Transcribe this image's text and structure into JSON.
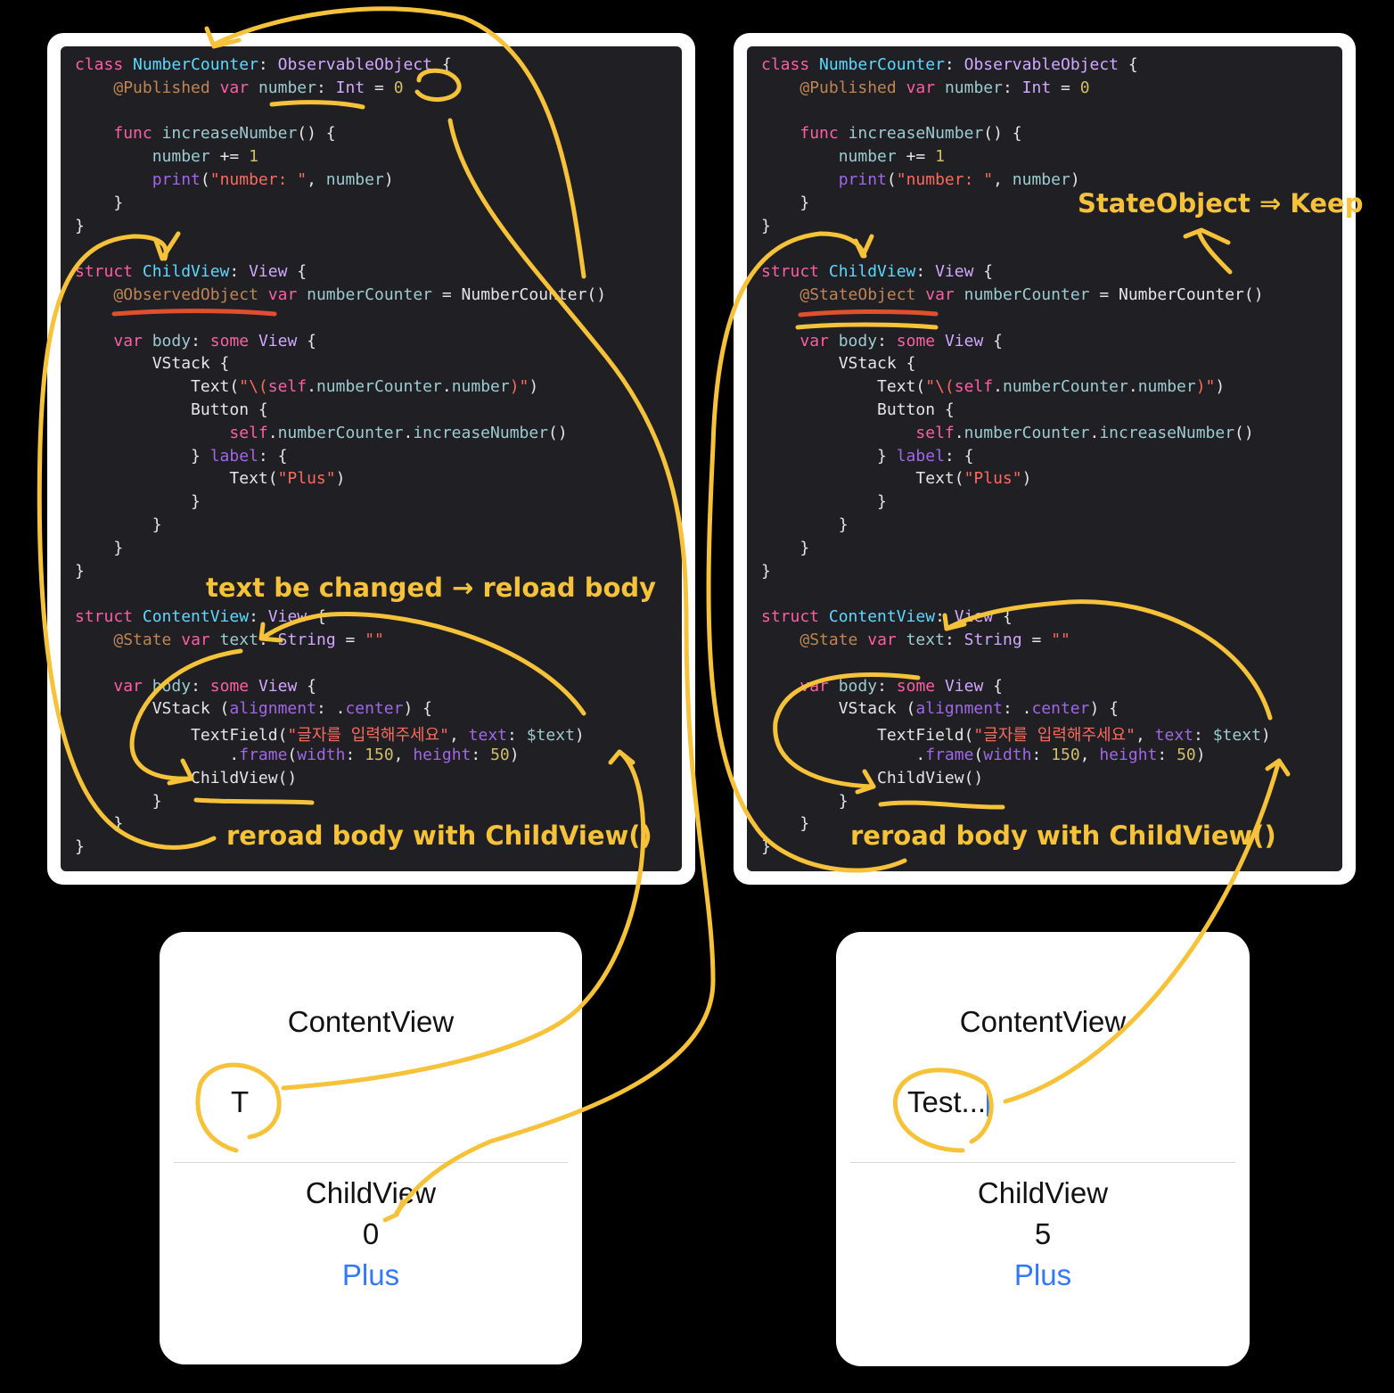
{
  "left_code": [
    [
      [
        "kw",
        "class "
      ],
      [
        "typ",
        "NumberCounter"
      ],
      [
        "pl",
        ": "
      ],
      [
        "typ2",
        "ObservableObject"
      ],
      [
        "pl",
        " {"
      ]
    ],
    [
      [
        "pl",
        "    "
      ],
      [
        "attr",
        "@Published"
      ],
      [
        "pl",
        " "
      ],
      [
        "kw",
        "var"
      ],
      [
        "pl",
        " "
      ],
      [
        "prop",
        "number"
      ],
      [
        "pl",
        ": "
      ],
      [
        "typ2",
        "Int"
      ],
      [
        "pl",
        " = "
      ],
      [
        "num",
        "0"
      ]
    ],
    [],
    [
      [
        "pl",
        "    "
      ],
      [
        "kw",
        "func"
      ],
      [
        "pl",
        " "
      ],
      [
        "prop",
        "increaseNumber"
      ],
      [
        "pl",
        "() {"
      ]
    ],
    [
      [
        "pl",
        "        "
      ],
      [
        "prop",
        "number"
      ],
      [
        "pl",
        " += "
      ],
      [
        "num",
        "1"
      ]
    ],
    [
      [
        "pl",
        "        "
      ],
      [
        "fn",
        "print"
      ],
      [
        "pl",
        "("
      ],
      [
        "str",
        "\"number: \""
      ],
      [
        "pl",
        ", "
      ],
      [
        "prop",
        "number"
      ],
      [
        "pl",
        ")"
      ]
    ],
    [
      [
        "pl",
        "    }"
      ]
    ],
    [
      [
        "pl",
        "}"
      ]
    ],
    [],
    [
      [
        "kw",
        "struct "
      ],
      [
        "typ",
        "ChildView"
      ],
      [
        "pl",
        ": "
      ],
      [
        "typ2",
        "View"
      ],
      [
        "pl",
        " {"
      ]
    ],
    [
      [
        "pl",
        "    "
      ],
      [
        "attr",
        "@ObservedObject"
      ],
      [
        "pl",
        " "
      ],
      [
        "kw",
        "var"
      ],
      [
        "pl",
        " "
      ],
      [
        "prop",
        "numberCounter"
      ],
      [
        "pl",
        " = NumberCounter()"
      ]
    ],
    [],
    [
      [
        "pl",
        "    "
      ],
      [
        "kw",
        "var"
      ],
      [
        "pl",
        " "
      ],
      [
        "prop",
        "body"
      ],
      [
        "pl",
        ": "
      ],
      [
        "kw",
        "some"
      ],
      [
        "pl",
        " "
      ],
      [
        "typ2",
        "View"
      ],
      [
        "pl",
        " {"
      ]
    ],
    [
      [
        "pl",
        "        VStack {"
      ]
    ],
    [
      [
        "pl",
        "            Text("
      ],
      [
        "str",
        "\"\\("
      ],
      [
        "kw",
        "self"
      ],
      [
        "pl",
        "."
      ],
      [
        "prop",
        "numberCounter"
      ],
      [
        "pl",
        "."
      ],
      [
        "prop",
        "number"
      ],
      [
        "str",
        ")\""
      ],
      [
        "pl",
        ")"
      ]
    ],
    [
      [
        "pl",
        "            Button {"
      ]
    ],
    [
      [
        "pl",
        "                "
      ],
      [
        "kw",
        "self"
      ],
      [
        "pl",
        "."
      ],
      [
        "prop",
        "numberCounter"
      ],
      [
        "pl",
        "."
      ],
      [
        "prop",
        "increaseNumber"
      ],
      [
        "pl",
        "()"
      ]
    ],
    [
      [
        "pl",
        "            } "
      ],
      [
        "fn",
        "label"
      ],
      [
        "pl",
        ": {"
      ]
    ],
    [
      [
        "pl",
        "                Text("
      ],
      [
        "str",
        "\"Plus\""
      ],
      [
        "pl",
        ")"
      ]
    ],
    [
      [
        "pl",
        "            }"
      ]
    ],
    [
      [
        "pl",
        "        }"
      ]
    ],
    [
      [
        "pl",
        "    }"
      ]
    ],
    [
      [
        "pl",
        "}"
      ]
    ],
    [],
    [
      [
        "kw",
        "struct "
      ],
      [
        "typ",
        "ContentView"
      ],
      [
        "pl",
        ": "
      ],
      [
        "typ2",
        "View"
      ],
      [
        "pl",
        " {"
      ]
    ],
    [
      [
        "pl",
        "    "
      ],
      [
        "attr",
        "@State"
      ],
      [
        "pl",
        " "
      ],
      [
        "kw",
        "var"
      ],
      [
        "pl",
        " "
      ],
      [
        "prop",
        "text"
      ],
      [
        "pl",
        ": "
      ],
      [
        "typ2",
        "String"
      ],
      [
        "pl",
        " = "
      ],
      [
        "str",
        "\"\""
      ]
    ],
    [],
    [
      [
        "pl",
        "    "
      ],
      [
        "kw",
        "var"
      ],
      [
        "pl",
        " "
      ],
      [
        "prop",
        "body"
      ],
      [
        "pl",
        ": "
      ],
      [
        "kw",
        "some"
      ],
      [
        "pl",
        " "
      ],
      [
        "typ2",
        "View"
      ],
      [
        "pl",
        " {"
      ]
    ],
    [
      [
        "pl",
        "        VStack ("
      ],
      [
        "fn",
        "alignment"
      ],
      [
        "pl",
        ": ."
      ],
      [
        "fn",
        "center"
      ],
      [
        "pl",
        ") {"
      ]
    ],
    [
      [
        "pl",
        "            TextField("
      ],
      [
        "str",
        "\"글자를 입력해주세요\""
      ],
      [
        "pl",
        ", "
      ],
      [
        "fn",
        "text"
      ],
      [
        "pl",
        ": "
      ],
      [
        "prop",
        "$text"
      ],
      [
        "pl",
        ")"
      ]
    ],
    [
      [
        "pl",
        "                ."
      ],
      [
        "fn",
        "frame"
      ],
      [
        "pl",
        "("
      ],
      [
        "fn",
        "width"
      ],
      [
        "pl",
        ": "
      ],
      [
        "num",
        "150"
      ],
      [
        "pl",
        ", "
      ],
      [
        "fn",
        "height"
      ],
      [
        "pl",
        ": "
      ],
      [
        "num",
        "50"
      ],
      [
        "pl",
        ")"
      ]
    ],
    [
      [
        "pl",
        "            ChildView()"
      ]
    ],
    [
      [
        "pl",
        "        }"
      ]
    ],
    [
      [
        "pl",
        "    }"
      ]
    ],
    [
      [
        "pl",
        "}"
      ]
    ]
  ],
  "right_code": [
    [
      [
        "kw",
        "class "
      ],
      [
        "typ",
        "NumberCounter"
      ],
      [
        "pl",
        ": "
      ],
      [
        "typ2",
        "ObservableObject"
      ],
      [
        "pl",
        " {"
      ]
    ],
    [
      [
        "pl",
        "    "
      ],
      [
        "attr",
        "@Published"
      ],
      [
        "pl",
        " "
      ],
      [
        "kw",
        "var"
      ],
      [
        "pl",
        " "
      ],
      [
        "prop",
        "number"
      ],
      [
        "pl",
        ": "
      ],
      [
        "typ2",
        "Int"
      ],
      [
        "pl",
        " = "
      ],
      [
        "num",
        "0"
      ]
    ],
    [],
    [
      [
        "pl",
        "    "
      ],
      [
        "kw",
        "func"
      ],
      [
        "pl",
        " "
      ],
      [
        "prop",
        "increaseNumber"
      ],
      [
        "pl",
        "() {"
      ]
    ],
    [
      [
        "pl",
        "        "
      ],
      [
        "prop",
        "number"
      ],
      [
        "pl",
        " += "
      ],
      [
        "num",
        "1"
      ]
    ],
    [
      [
        "pl",
        "        "
      ],
      [
        "fn",
        "print"
      ],
      [
        "pl",
        "("
      ],
      [
        "str",
        "\"number: \""
      ],
      [
        "pl",
        ", "
      ],
      [
        "prop",
        "number"
      ],
      [
        "pl",
        ")"
      ]
    ],
    [
      [
        "pl",
        "    }"
      ]
    ],
    [
      [
        "pl",
        "}"
      ]
    ],
    [],
    [
      [
        "kw",
        "struct "
      ],
      [
        "typ",
        "ChildView"
      ],
      [
        "pl",
        ": "
      ],
      [
        "typ2",
        "View"
      ],
      [
        "pl",
        " {"
      ]
    ],
    [
      [
        "pl",
        "    "
      ],
      [
        "attr",
        "@StateObject"
      ],
      [
        "pl",
        " "
      ],
      [
        "kw",
        "var"
      ],
      [
        "pl",
        " "
      ],
      [
        "prop",
        "numberCounter"
      ],
      [
        "pl",
        " = NumberCounter()"
      ]
    ],
    [],
    [
      [
        "pl",
        "    "
      ],
      [
        "kw",
        "var"
      ],
      [
        "pl",
        " "
      ],
      [
        "prop",
        "body"
      ],
      [
        "pl",
        ": "
      ],
      [
        "kw",
        "some"
      ],
      [
        "pl",
        " "
      ],
      [
        "typ2",
        "View"
      ],
      [
        "pl",
        " {"
      ]
    ],
    [
      [
        "pl",
        "        VStack {"
      ]
    ],
    [
      [
        "pl",
        "            Text("
      ],
      [
        "str",
        "\"\\("
      ],
      [
        "kw",
        "self"
      ],
      [
        "pl",
        "."
      ],
      [
        "prop",
        "numberCounter"
      ],
      [
        "pl",
        "."
      ],
      [
        "prop",
        "number"
      ],
      [
        "str",
        ")\""
      ],
      [
        "pl",
        ")"
      ]
    ],
    [
      [
        "pl",
        "            Button {"
      ]
    ],
    [
      [
        "pl",
        "                "
      ],
      [
        "kw",
        "self"
      ],
      [
        "pl",
        "."
      ],
      [
        "prop",
        "numberCounter"
      ],
      [
        "pl",
        "."
      ],
      [
        "prop",
        "increaseNumber"
      ],
      [
        "pl",
        "()"
      ]
    ],
    [
      [
        "pl",
        "            } "
      ],
      [
        "fn",
        "label"
      ],
      [
        "pl",
        ": {"
      ]
    ],
    [
      [
        "pl",
        "                Text("
      ],
      [
        "str",
        "\"Plus\""
      ],
      [
        "pl",
        ")"
      ]
    ],
    [
      [
        "pl",
        "            }"
      ]
    ],
    [
      [
        "pl",
        "        }"
      ]
    ],
    [
      [
        "pl",
        "    }"
      ]
    ],
    [
      [
        "pl",
        "}"
      ]
    ],
    [],
    [
      [
        "kw",
        "struct "
      ],
      [
        "typ",
        "ContentView"
      ],
      [
        "pl",
        ": "
      ],
      [
        "typ2",
        "View"
      ],
      [
        "pl",
        " {"
      ]
    ],
    [
      [
        "pl",
        "    "
      ],
      [
        "attr",
        "@State"
      ],
      [
        "pl",
        " "
      ],
      [
        "kw",
        "var"
      ],
      [
        "pl",
        " "
      ],
      [
        "prop",
        "text"
      ],
      [
        "pl",
        ": "
      ],
      [
        "typ2",
        "String"
      ],
      [
        "pl",
        " = "
      ],
      [
        "str",
        "\"\""
      ]
    ],
    [],
    [
      [
        "pl",
        "    "
      ],
      [
        "kw",
        "var"
      ],
      [
        "pl",
        " "
      ],
      [
        "prop",
        "body"
      ],
      [
        "pl",
        ": "
      ],
      [
        "kw",
        "some"
      ],
      [
        "pl",
        " "
      ],
      [
        "typ2",
        "View"
      ],
      [
        "pl",
        " {"
      ]
    ],
    [
      [
        "pl",
        "        VStack ("
      ],
      [
        "fn",
        "alignment"
      ],
      [
        "pl",
        ": ."
      ],
      [
        "fn",
        "center"
      ],
      [
        "pl",
        ") {"
      ]
    ],
    [
      [
        "pl",
        "            TextField("
      ],
      [
        "str",
        "\"글자를 입력해주세요\""
      ],
      [
        "pl",
        ", "
      ],
      [
        "fn",
        "text"
      ],
      [
        "pl",
        ": "
      ],
      [
        "prop",
        "$text"
      ],
      [
        "pl",
        ")"
      ]
    ],
    [
      [
        "pl",
        "                ."
      ],
      [
        "fn",
        "frame"
      ],
      [
        "pl",
        "("
      ],
      [
        "fn",
        "width"
      ],
      [
        "pl",
        ": "
      ],
      [
        "num",
        "150"
      ],
      [
        "pl",
        ", "
      ],
      [
        "fn",
        "height"
      ],
      [
        "pl",
        ": "
      ],
      [
        "num",
        "50"
      ],
      [
        "pl",
        ")"
      ]
    ],
    [
      [
        "pl",
        "            ChildView()"
      ]
    ],
    [
      [
        "pl",
        "        }"
      ]
    ],
    [
      [
        "pl",
        "    }"
      ]
    ],
    [
      [
        "pl",
        "}"
      ]
    ]
  ],
  "annotations": {
    "left_reload_text": "text be changed → reload body",
    "left_reload_child": "reroad body with ChildView()",
    "right_keep": "StateObject ⇒ Keep",
    "right_reload_child": "reroad body with ChildView()"
  },
  "sim_left": {
    "title": "ContentView",
    "field_value": "T",
    "child_title": "ChildView",
    "number": "0",
    "plus_label": "Plus"
  },
  "sim_right": {
    "title": "ContentView",
    "field_value": "Test...",
    "child_title": "ChildView",
    "number": "5",
    "plus_label": "Plus"
  },
  "colors": {
    "annotation": "#f6c23a",
    "underline_red": "#e0502a",
    "button_blue": "#3478f6"
  }
}
